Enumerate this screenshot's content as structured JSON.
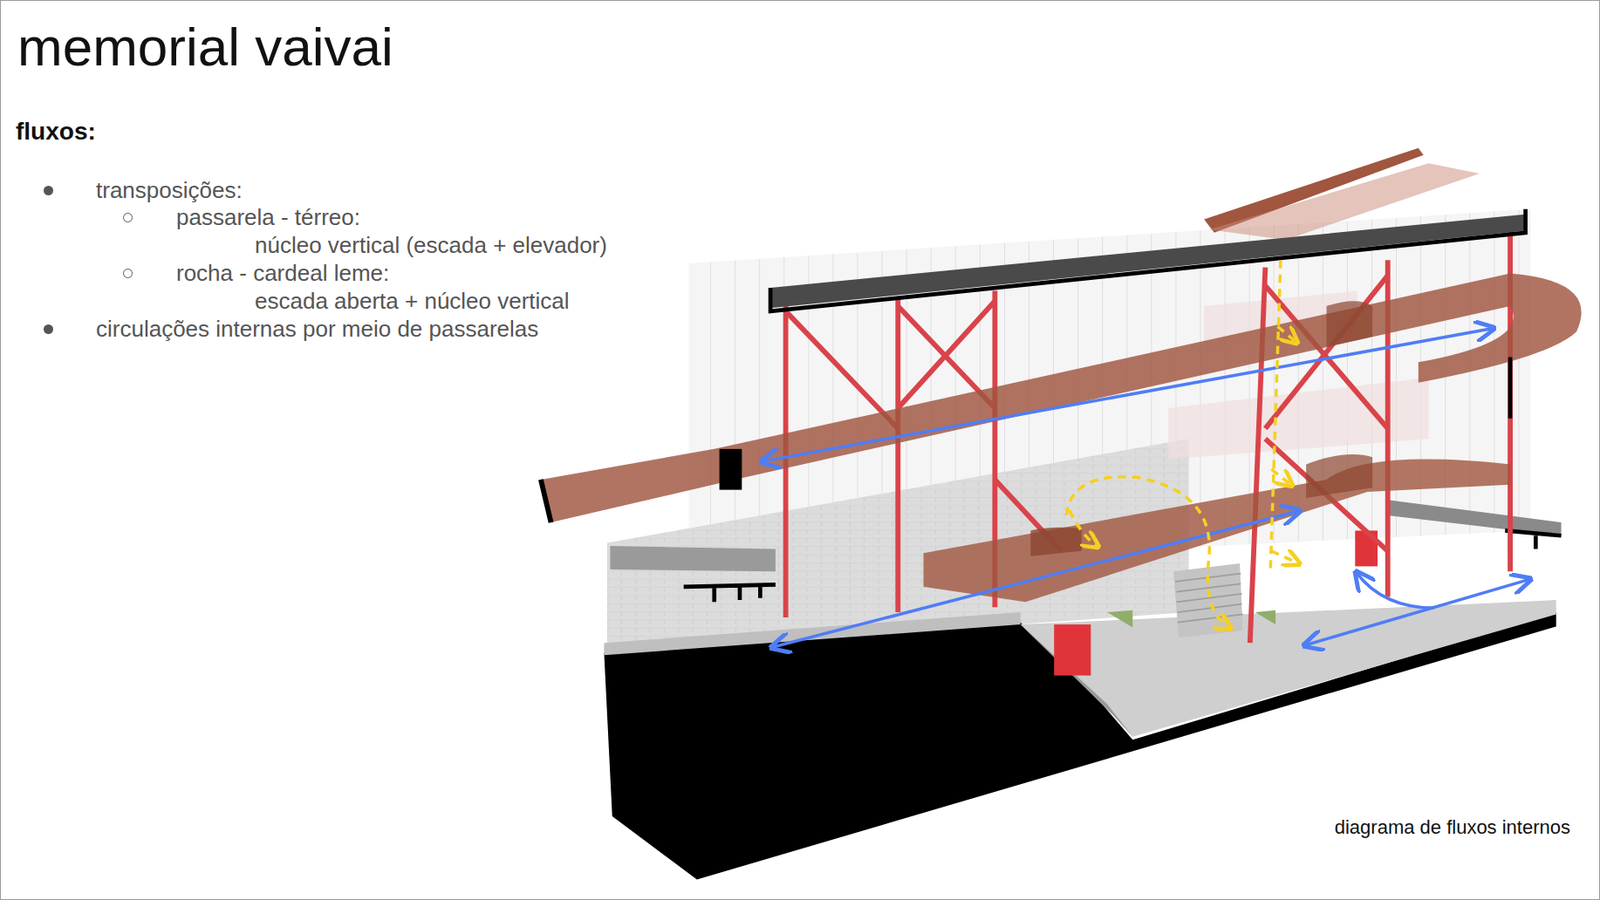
{
  "diagram": {
    "title": "memorial vaivai",
    "caption": "diagrama de fluxos internos",
    "labels": [
      "fluxos:",
      "transposições:",
      "passarela - térreo:",
      "núcleo vertical (escada + elevador)",
      "rocha - cardeal leme:",
      "escada aberta + núcleo vertical",
      "circulações internas por meio de passarelas"
    ]
  }
}
